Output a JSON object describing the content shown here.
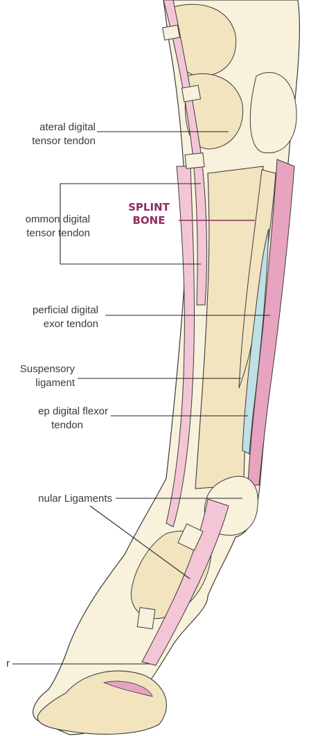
{
  "labels": {
    "lateral_extensor": [
      "ateral digital",
      "tensor tendon"
    ],
    "common_extensor": [
      "ommon digital",
      "tensor tendon"
    ],
    "splint_bone": [
      "SPLINT",
      "BONE"
    ],
    "superficial_flexor": [
      "perficial digital",
      "exor tendon"
    ],
    "suspensory": [
      "Suspensory",
      "ligament"
    ],
    "deep_flexor": [
      "ep digital flexor",
      "tendon"
    ],
    "annular": "nular Ligaments",
    "bottom_label": "r"
  },
  "colors": {
    "bone": "#f1e4bf",
    "bone_light": "#f8f1dc",
    "tendon_pink": "#f3c6d6",
    "tendon_deep": "#e7a3bf",
    "ligament_blue": "#bfe0e4",
    "outline": "#3a3a3a",
    "splint_accent": "#8e2b63",
    "label_line": "#222222"
  }
}
